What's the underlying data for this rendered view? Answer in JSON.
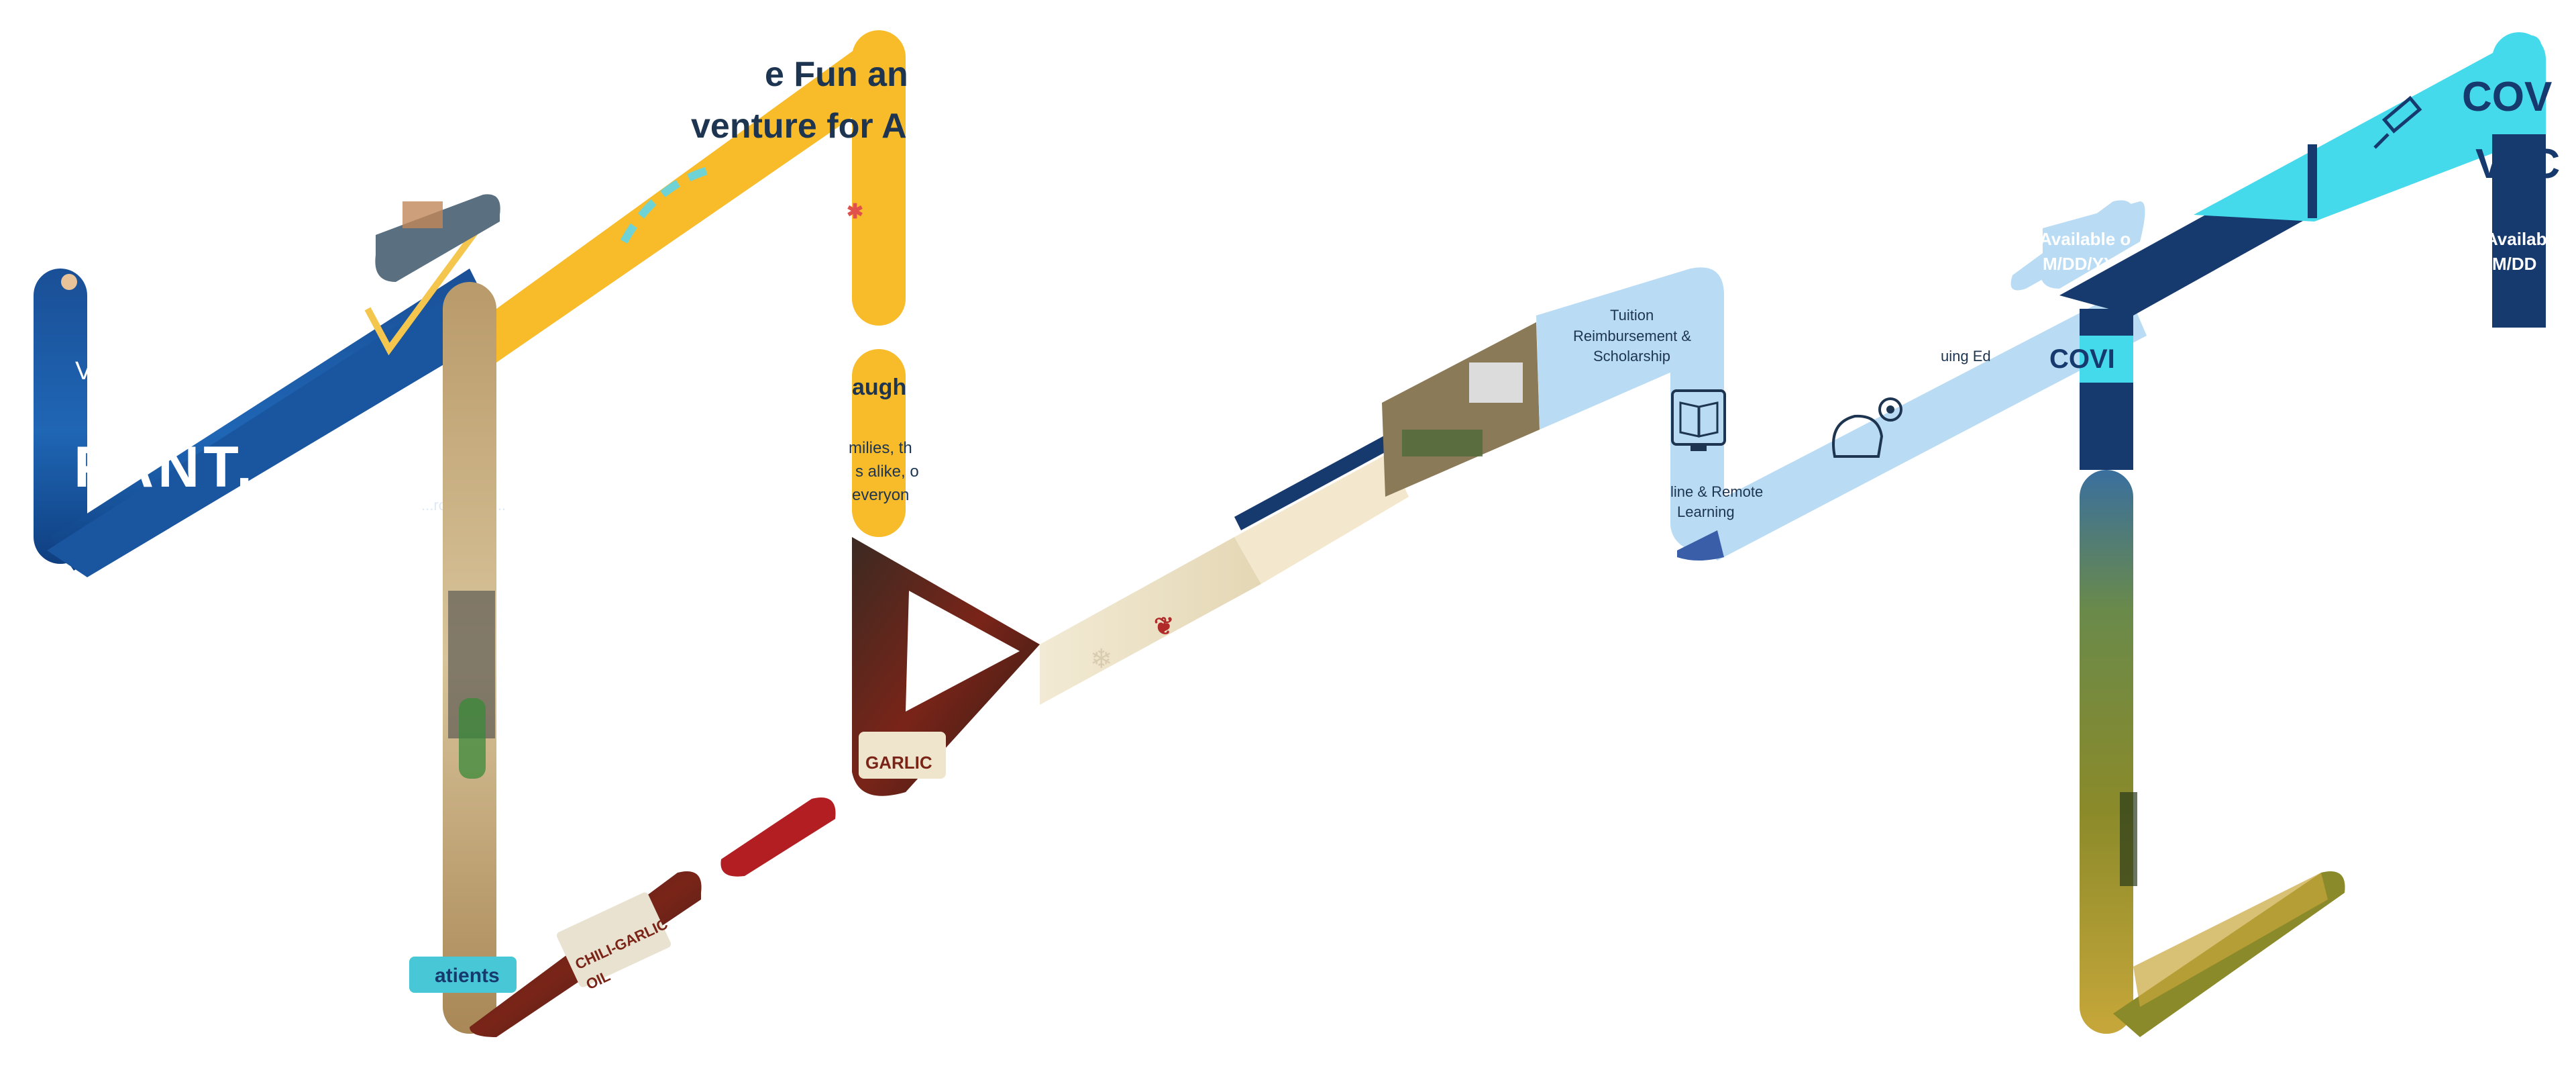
{
  "panels": {
    "tropiko": {
      "tagline": "V... ts here★",
      "brand": "PANT... KO",
      "url": "...ropiko.co..."
    },
    "fun": {
      "headline_1": "e Fun an",
      "headline_2": "venture for A",
      "subhead": "augh",
      "body_1": "milies, th",
      "body_2": "s alike, o",
      "body_3": "everyon"
    },
    "patients": {
      "badge": "atients"
    },
    "garlic": {
      "label_1": "GARLIC",
      "label_2": "CHILI-GARLIC",
      "label_3": "OIL"
    },
    "benefits": {
      "tuition_1": "Tuition",
      "tuition_2": "Reimbursement &",
      "tuition_3": "Scholarship",
      "online_1": "line & Remote",
      "online_2": "Learning",
      "continuing": "uing Ed"
    },
    "covid": {
      "title_1": "COV",
      "title_2": "VAC",
      "available_1": "Available o",
      "date_1": "M/DD/YYYY",
      "available_2": "Availab",
      "date_2": "M/DD",
      "banner": "COVI"
    }
  },
  "colors": {
    "ocean": "#1f5fa8",
    "yellow": "#f8bb2a",
    "light_blue": "#b9dcf4",
    "navy": "#173a6e",
    "cyan": "#45d9ec",
    "cream": "#efe5cc",
    "photo_dark": "#3b2a22",
    "teal_badge": "#48c7d6"
  }
}
